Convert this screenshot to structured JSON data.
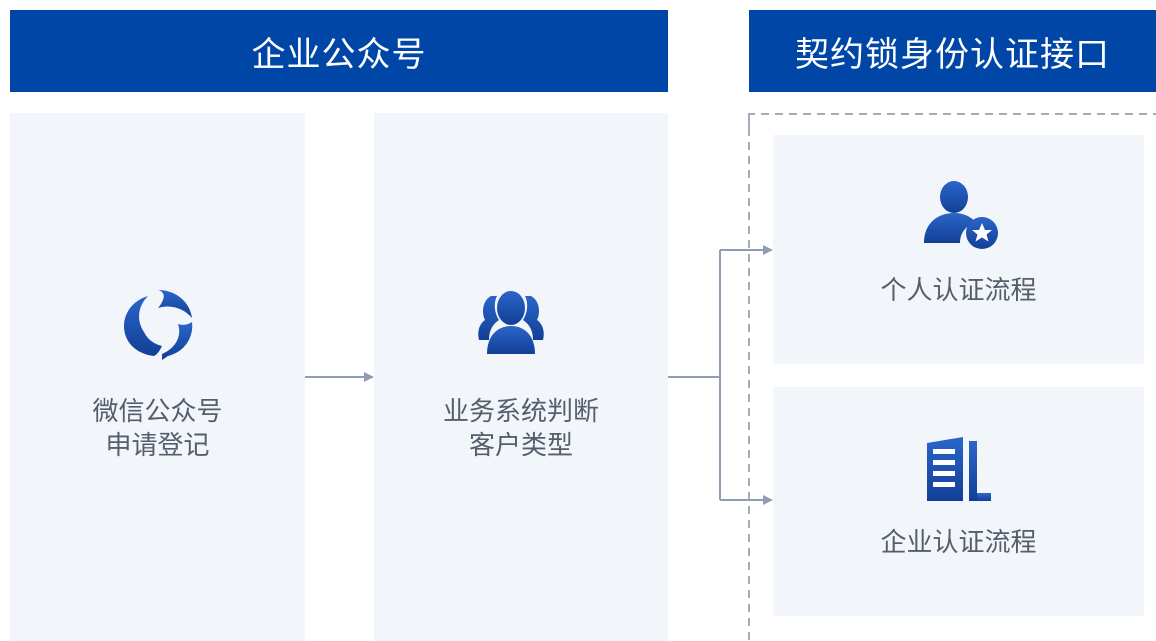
{
  "headers": {
    "left_title": "企业公众号",
    "right_title": "契约锁身份认证接口"
  },
  "steps": {
    "wechat": {
      "line1": "微信公众号",
      "line2": "申请登记",
      "icon": "wechat-logo-icon"
    },
    "business": {
      "line1": "业务系统判断",
      "line2": "客户类型",
      "icon": "users-group-icon"
    },
    "personal": {
      "label": "个人认证流程",
      "icon": "person-star-icon"
    },
    "enterprise": {
      "label": "企业认证流程",
      "icon": "building-icon"
    }
  },
  "colors": {
    "header_bg": "#0046a6",
    "panel_bg": "#f2f5fa",
    "icon_blue": "#1e56b8",
    "connector": "#8f9cb3",
    "label_text": "#555f6b"
  }
}
